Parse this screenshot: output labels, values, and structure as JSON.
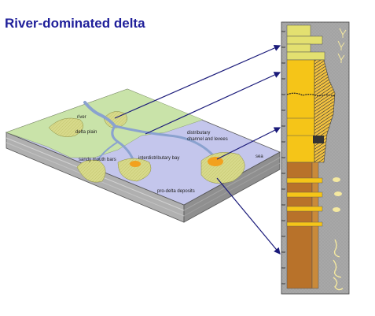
{
  "title": "River-dominated delta",
  "labels": {
    "river": "river",
    "delta_plain": "delta plain",
    "distributary_1": "distributary",
    "distributary_2": "channel and levees",
    "interdistributary_bay": "interdistributary bay",
    "sandy_mouth_bars": "sandy mouth bars",
    "sea": "sea",
    "pro_delta": "pro-delta deposits"
  },
  "colors": {
    "title": "#1f1f9a",
    "land": "#c9e3a9",
    "sea": "#c4c6ec",
    "river": "#8aa2cf",
    "fan": "#d7d98a",
    "fan_active": "#f2a11e",
    "block_side": "#b0b0b0",
    "column_bg": "#a8a8a8",
    "sand_yellow": "#f5c518",
    "sand_pale": "#e3e070",
    "mud_brown": "#b8722a",
    "arrow": "#1a1a7a",
    "fossil": "#f5e9a0"
  }
}
